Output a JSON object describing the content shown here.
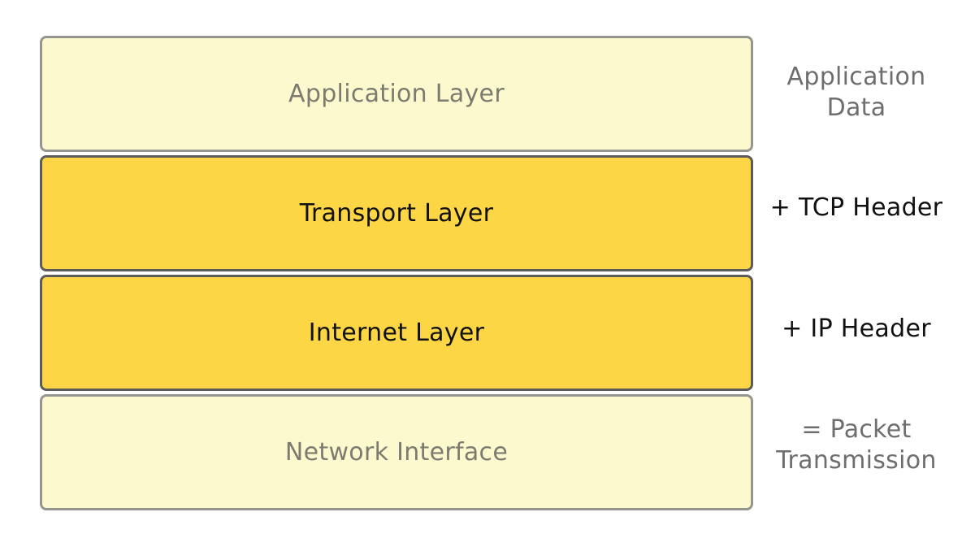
{
  "layers": [
    {
      "label": "Application Layer",
      "note": [
        "Application",
        "Data"
      ]
    },
    {
      "label": "Transport Layer",
      "note": [
        "+ TCP Header"
      ]
    },
    {
      "label": "Internet Layer",
      "note": [
        "+ IP Header"
      ]
    },
    {
      "label": "Network Interface",
      "note": [
        "= Packet",
        "Transmission"
      ]
    }
  ],
  "colors": {
    "muted_fill": "#fdf9cf",
    "active_fill": "#fcd645",
    "muted_border": "#969690",
    "active_border": "#5b5b5b",
    "muted_text": "#7b7b70",
    "active_text": "#111111"
  }
}
